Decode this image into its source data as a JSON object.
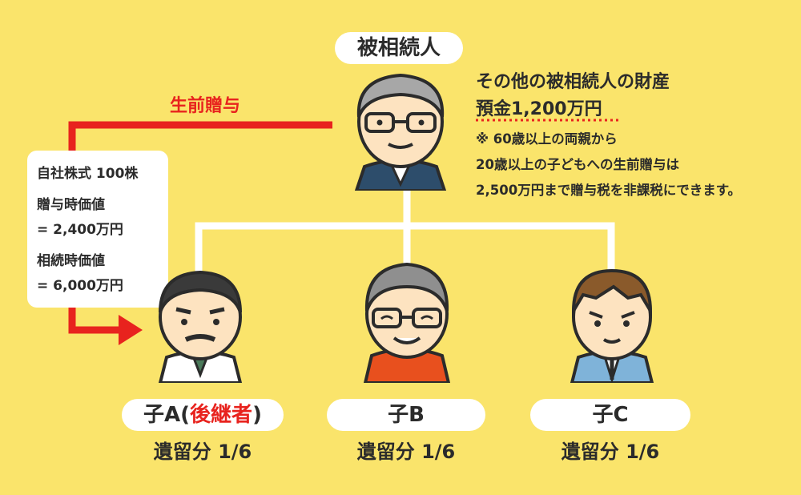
{
  "decedent": {
    "label": "被相続人"
  },
  "estate": {
    "title": "その他の被相続人の財産",
    "deposit": "預金1,200万円",
    "note_1": "※ 60歳以上の両親から",
    "note_2": "20歳以上の子どもへの生前贈与は",
    "note_3": "2,500万円まで贈与税を非課税にできます。"
  },
  "gift": {
    "label": "生前贈与",
    "asset": "自社株式 100株",
    "gift_value_label": "贈与時価値",
    "gift_value": "= 2,400万円",
    "inherit_value_label": "相続時価値",
    "inherit_value": "= 6,000万円"
  },
  "children": [
    {
      "name_prefix": "子A(",
      "name_highlight": "後継者",
      "name_suffix": ")",
      "share": "遺留分 1/6"
    },
    {
      "name": "子B",
      "share": "遺留分 1/6"
    },
    {
      "name": "子C",
      "share": "遺留分 1/6"
    }
  ],
  "colors": {
    "background": "#fae46b",
    "accent_red": "#e8231e",
    "line_white": "#ffffff",
    "dotted": "#e8231e"
  }
}
